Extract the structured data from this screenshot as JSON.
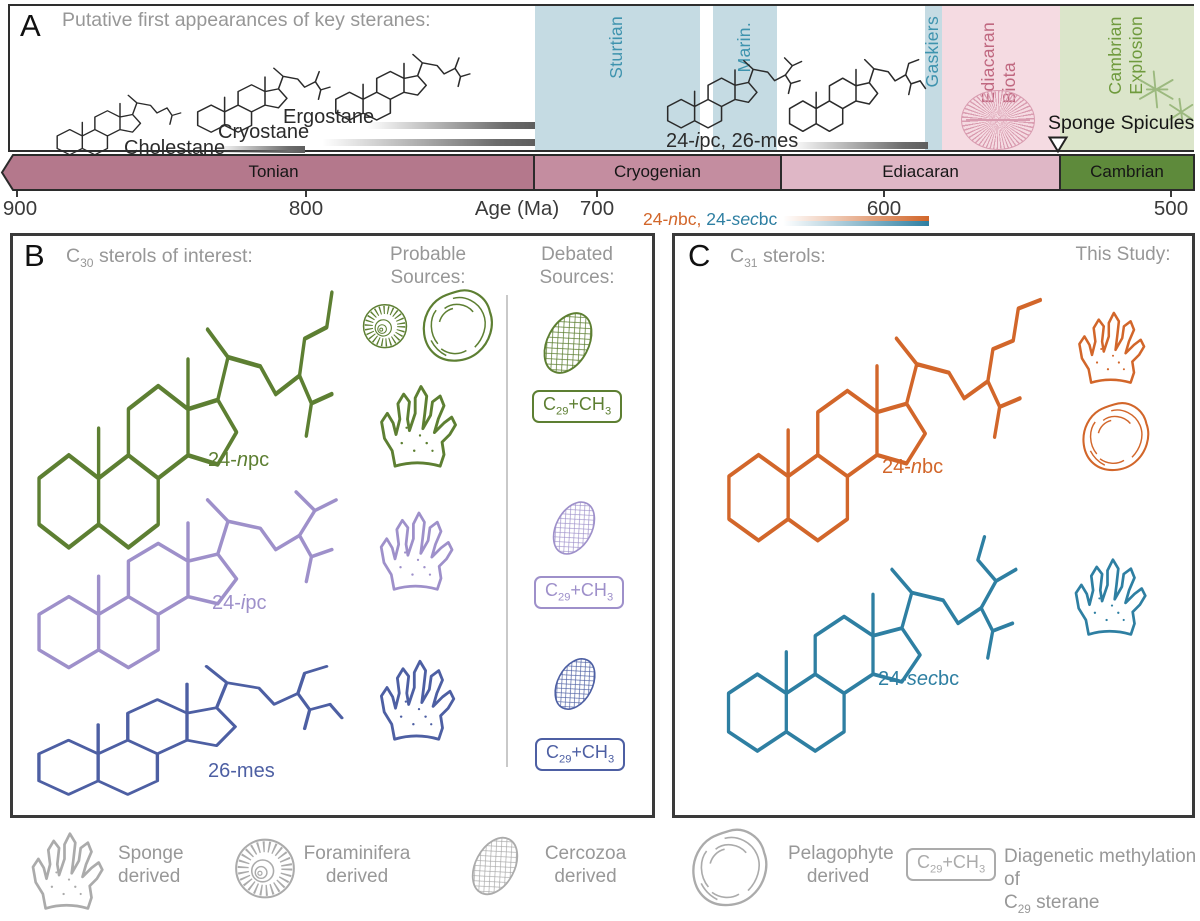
{
  "colors": {
    "event_band_blue": "#c5dbe3",
    "event_band_text": "#3e93ae",
    "ediacaran_biota_band": "#f5dbe2",
    "ediacaran_biota_text": "#c06880",
    "cambrian_explosion_band": "#dbe5ca",
    "cambrian_explosion_text": "#6f9a3d",
    "tonian": "#b4788c",
    "cryogenian": "#c48da0",
    "ediacaran": "#dfb7c6",
    "cambrian": "#5e8a3b",
    "sterol_green": "#5d7f32",
    "sterol_purple": "#9e90ca",
    "sterol_navy": "#4d5fa3",
    "sterol_orange": "#d2662a",
    "sterol_teal": "#2e7fa2",
    "gray_label": "#979797"
  },
  "panel_a": {
    "label": "A",
    "title": "Putative first appearances of key steranes:",
    "cholestane": "Cholestane",
    "cryostane": "Cryostane",
    "ergostane": "Ergostane",
    "combo": {
      "pre": "24-",
      "it": "i",
      "post": "pc, 26-mes"
    },
    "bands": {
      "sturtian": "Sturtian",
      "marinoan": "Marin.",
      "gaskiers": "Gaskiers",
      "biota_l1": "Ediacaran",
      "biota_l2": "Biota",
      "camexp_l1": "Cambrian",
      "camexp_l2": "Explosion"
    },
    "sponge_spicules": "Sponge Spicules",
    "eras": {
      "tonian": "Tonian",
      "cryogenian": "Cryogenian",
      "ediacaran": "Ediacaran",
      "cambrian": "Cambrian"
    },
    "axis": {
      "label": "Age (Ma)",
      "t900": "900",
      "t800": "800",
      "t700": "700",
      "t600": "600",
      "t500": "500"
    },
    "grad": {
      "o_pre": "24-",
      "o_it": "n",
      "o_post": "bc,",
      "b_pre": "24-",
      "b_it": "sec",
      "b_post": "bc"
    }
  },
  "panel_b": {
    "label": "B",
    "title": {
      "pre": "C",
      "sub": "30",
      "post": " sterols of interest:"
    },
    "probable": {
      "l1": "Probable",
      "l2": "Sources:"
    },
    "debated": {
      "l1": "Debated",
      "l2": "Sources:"
    },
    "s1": {
      "pre": "24-",
      "it": "n",
      "post": "pc"
    },
    "s2": {
      "pre": "24-",
      "it": "i",
      "post": "pc"
    },
    "s3": {
      "pre": "26-mes",
      "it": "",
      "post": ""
    }
  },
  "panel_c": {
    "label": "C",
    "title": {
      "pre": "C",
      "sub": "31",
      "post": " sterols:"
    },
    "study": "This Study:",
    "s1": {
      "pre": "24-",
      "it": "n",
      "post": "bc"
    },
    "s2": {
      "pre": "24-",
      "it": "sec",
      "post": "bc"
    }
  },
  "cbox": {
    "c": "C",
    "sub1": "29",
    "mid": "+CH",
    "sub2": "3"
  },
  "legend": {
    "sponge_l1": "Sponge",
    "sponge_l2": "derived",
    "foram_l1": "Foraminifera",
    "foram_l2": "derived",
    "cerco_l1": "Cercozoa",
    "cerco_l2": "derived",
    "pelago_l1": "Pelagophyte",
    "pelago_l2": "derived",
    "diag_l1": "Diagenetic methylation of",
    "diag_l2_pre": "C",
    "diag_l2_sub": "29",
    "diag_l2_post": " sterane"
  }
}
